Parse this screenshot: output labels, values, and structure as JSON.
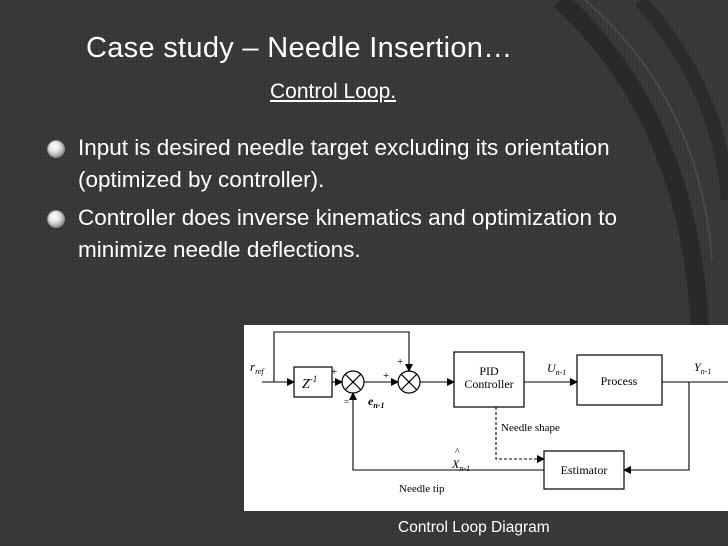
{
  "slide": {
    "title": "Case study – Needle Insertion…",
    "subtitle": "Control Loop.",
    "bullets": [
      "Input is desired needle target excluding its orientation (optimized by controller).",
      "Controller does inverse kinematics and optimization to minimize needle deflections."
    ],
    "caption": "Control Loop Diagram"
  },
  "diagram": {
    "input_label": "r",
    "input_sub": "ref",
    "delay_label": "Z",
    "delay_exp": "-1",
    "plus_top": "+",
    "plus_left": "+",
    "plus_right": "+",
    "minus": "=",
    "error_label": "e",
    "error_sub": "n-1",
    "controller_line1": "PID",
    "controller_line2": "Controller",
    "control_label": "U",
    "control_sub": "n-1",
    "process_label": "Process",
    "output_label": "Y",
    "output_sub": "n-1",
    "needle_shape_label": "Needle shape",
    "estimate_hat": "^",
    "estimate_label": "X",
    "estimate_sub": "n-1",
    "estimator_label": "Estimator",
    "needle_tip_label": "Needle tip"
  }
}
